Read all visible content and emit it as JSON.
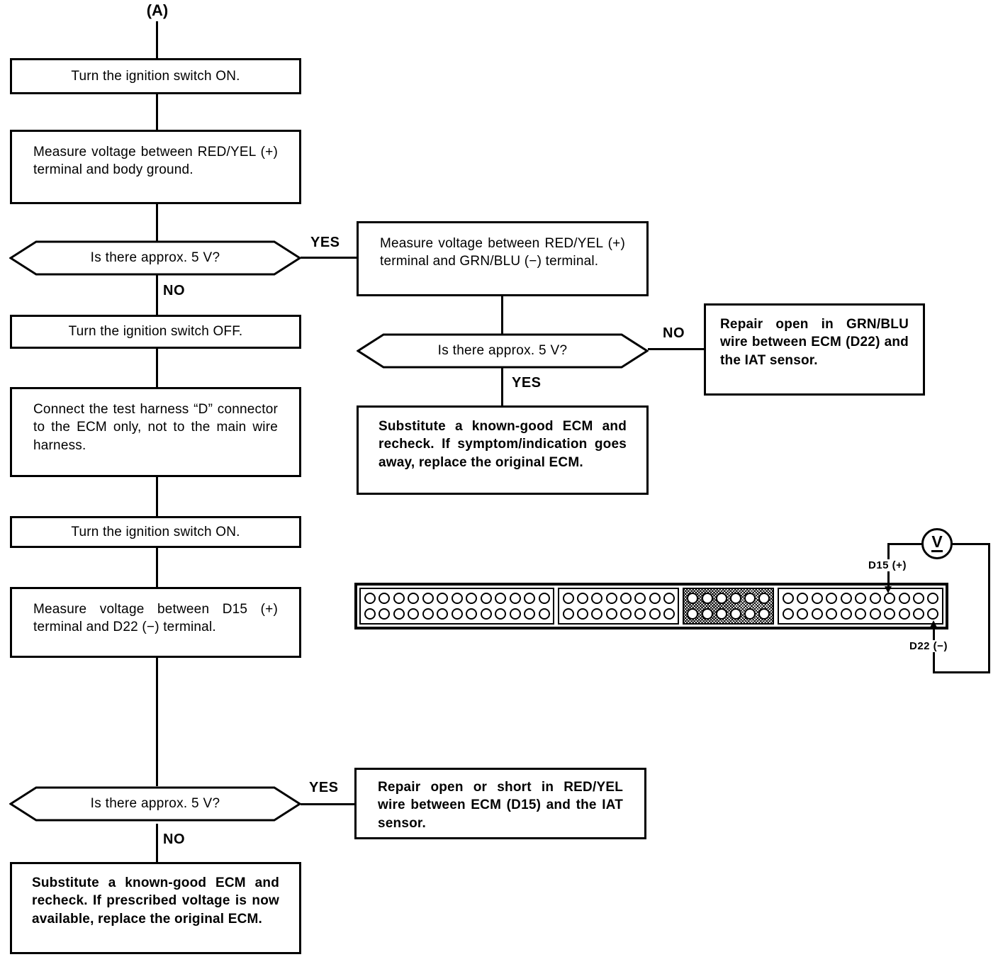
{
  "page": {
    "entry_label": "(A)"
  },
  "colors": {
    "ink": "#000000",
    "paper": "#ffffff"
  },
  "labels": {
    "yes": "YES",
    "no": "NO"
  },
  "left_column": {
    "step_ignition_on_1": "Turn the ignition switch ON.",
    "step_measure_body_ground": "Measure voltage between RED/YEL (+) terminal and body ground.",
    "decision_approx_5v_1": "Is there approx. 5 V?",
    "step_ignition_off": "Turn the ignition switch OFF.",
    "step_connect_test_harness": "Connect the test harness “D” connector to the ECM only, not to the main wire harness.",
    "step_ignition_on_2": "Turn the ignition switch ON.",
    "step_measure_d15_d22": "Measure voltage between D15 (+) terminal and D22 (−) terminal.",
    "decision_approx_5v_3": "Is there approx. 5 V?",
    "result_substitute_ecm": "Substitute a known-good ECM and recheck. If prescribed voltage is now available, replace the original ECM."
  },
  "right_column": {
    "step_measure_redyel_grnblu": "Measure voltage between RED/YEL (+) terminal and GRN/BLU (−) terminal.",
    "decision_approx_5v_2": "Is there approx. 5 V?",
    "result_repair_grnblu": "Repair open in GRN/BLU wire between ECM (D22) and the IAT sensor.",
    "result_substitute_ecm_symptom": "Substitute a known-good ECM and recheck. If symptom/indication goes away, replace the original ECM.",
    "result_repair_redyel": "Repair open or short in RED/YEL wire between ECM (D15) and the IAT sensor."
  },
  "connector": {
    "segments": [
      {
        "terminals_per_row": 13,
        "rows": 2,
        "shaded": false
      },
      {
        "terminals_per_row": 8,
        "rows": 2,
        "shaded": false
      },
      {
        "terminals_per_row": 6,
        "rows": 2,
        "shaded": true
      },
      {
        "terminals_per_row": 11,
        "rows": 2,
        "shaded": false
      }
    ],
    "probe_positive_label": "D15 (+)",
    "probe_negative_label": "D22 (−)",
    "voltmeter_symbol": "V"
  }
}
